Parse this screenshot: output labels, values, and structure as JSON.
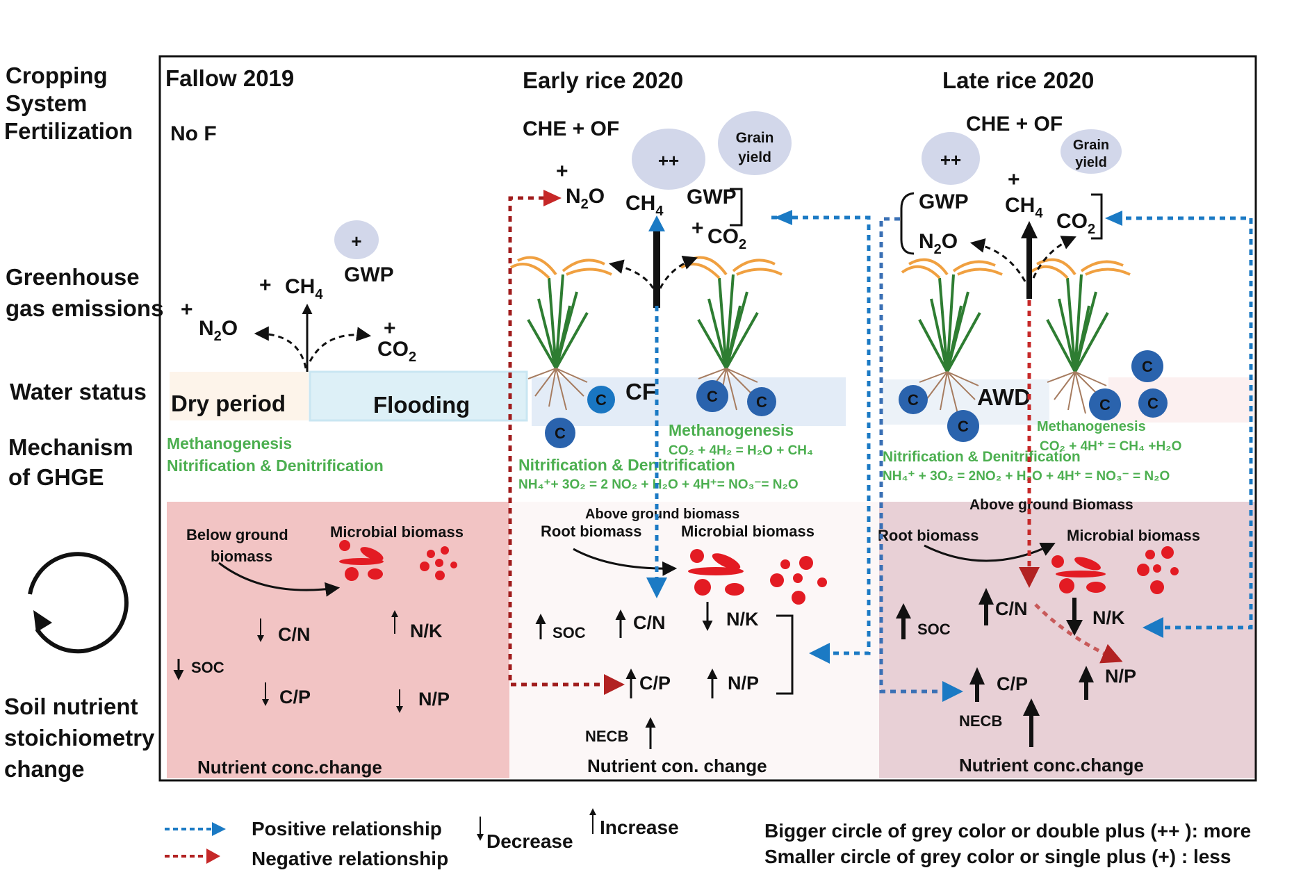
{
  "row_labels": {
    "cropping": [
      "Cropping",
      "System",
      "Fertilization"
    ],
    "ghg": [
      "Greenhouse",
      "gas emissions"
    ],
    "water": "Water status",
    "mechanism": [
      "Mechanism",
      "of GHGE"
    ],
    "soil": [
      "Soil nutrient",
      "stoichiometry",
      "change"
    ]
  },
  "panels": {
    "fallow": {
      "title": "Fallow 2019",
      "fertilization": "No F",
      "gwp_circle": "+",
      "gwp": "GWP",
      "ch4_plus": "+",
      "ch4": "CH",
      "ch4_sub": "4",
      "n2o_plus": "+",
      "n2o_pre": "N",
      "n2o_sub": "2",
      "n2o_post": "O",
      "co2_plus": "+",
      "co2": "CO",
      "co2_sub": "2",
      "water_dry": "Dry period",
      "water_flood": "Flooding",
      "mech_1": "Methanogenesis",
      "mech_2": "Nitrification & Denitrification",
      "below_1": "Below ground",
      "below_2": "biomass",
      "microbial": "Microbial biomass",
      "cn": "C/N",
      "cn_dir": "decrease",
      "nk": "N/K",
      "nk_dir": "increase",
      "soc": "SOC",
      "soc_dir": "decrease",
      "cp": "C/P",
      "cp_dir": "decrease",
      "np": "N/P",
      "np_dir": "decrease",
      "nutrient": "Nutrient conc.change"
    },
    "early": {
      "title": "Early rice 2020",
      "fertilization": "CHE + OF",
      "gwp_circle": "++",
      "grain_1": "Grain",
      "grain_2": "yield",
      "n2o_plus": "+",
      "n2o_pre": "N",
      "n2o_sub": "2",
      "n2o_post": "O",
      "ch4": "CH",
      "ch4_sub": "4",
      "gwp": "GWP",
      "co2_plus": "+",
      "co2": "CO",
      "co2_sub": "2",
      "water": "CF",
      "mech_meth": "Methanogenesis",
      "mech_meth_eq": "CO₂ + 4H₂ = H₂O + CH₄",
      "mech_nit": "Nitrification &  Denitrification",
      "mech_nit_eq": "NH₄⁺+ 3O₂ = 2 NO₂ + H₂O + 4H⁺= NO₃⁻= N₂O",
      "above": "Above ground biomass",
      "root": "Root biomass",
      "microbial": "Microbial biomass",
      "soc": "SOC",
      "soc_dir": "increase",
      "cn": "C/N",
      "cn_dir": "increase",
      "nk": "N/K",
      "nk_dir": "decrease",
      "cp": "C/P",
      "cp_dir": "increase",
      "np": "N/P",
      "np_dir": "increase",
      "necb": "NECB",
      "necb_dir": "increase",
      "nutrient": "Nutrient con. change"
    },
    "late": {
      "title": "Late rice 2020",
      "fertilization": "CHE + OF",
      "gwp_circle": "++",
      "grain_1": "Grain",
      "grain_2": "yield",
      "gwp": "GWP",
      "ch4_plus": "+",
      "ch4": "CH",
      "ch4_sub": "4",
      "co2": "CO",
      "co2_sub": "2",
      "n2o_pre": "N",
      "n2o_sub": "2",
      "n2o_post": "O",
      "water": "AWD",
      "mech_meth": "Methanogenesis",
      "mech_meth_eq": "CO₂ + 4H⁺ = CH₄ +H₂O",
      "mech_nit": "Nitrification & Denitrification",
      "mech_nit_eq": "NH₄⁺ + 3O₂ = 2NO₂  + H₂O + 4H⁺ = NO₃⁻ = N₂O",
      "above": "Above ground Biomass",
      "root": "Root biomass",
      "microbial": "Microbial biomass",
      "soc": "SOC",
      "soc_dir": "increase",
      "cn": "C/N",
      "cn_dir": "increase",
      "nk": "N/K",
      "nk_dir": "decrease",
      "cp": "C/P",
      "cp_dir": "increase",
      "np": "N/P",
      "np_dir": "increase",
      "necb": "NECB",
      "necb_dir": "increase",
      "nutrient": "Nutrient conc.change"
    }
  },
  "carbon_label": "C",
  "legend": {
    "positive": "Positive relationship",
    "negative": "Negative relationship",
    "decrease": "Decrease",
    "increase": "Increase",
    "more": "Bigger circle of grey color or double plus (++ ): more",
    "less": "Smaller circle of grey color or  single plus (+) :  less"
  },
  "colors": {
    "positive": "#1b7ac4",
    "negative": "#b22222",
    "green_text": "#4caf50",
    "fallow_bg": "#f2c4c4",
    "early_bg": "#fcf7f7",
    "late_bg": "#e8d0d6",
    "grey_circle": "#d2d7ea",
    "carbon_circle": "#2a63ad"
  }
}
